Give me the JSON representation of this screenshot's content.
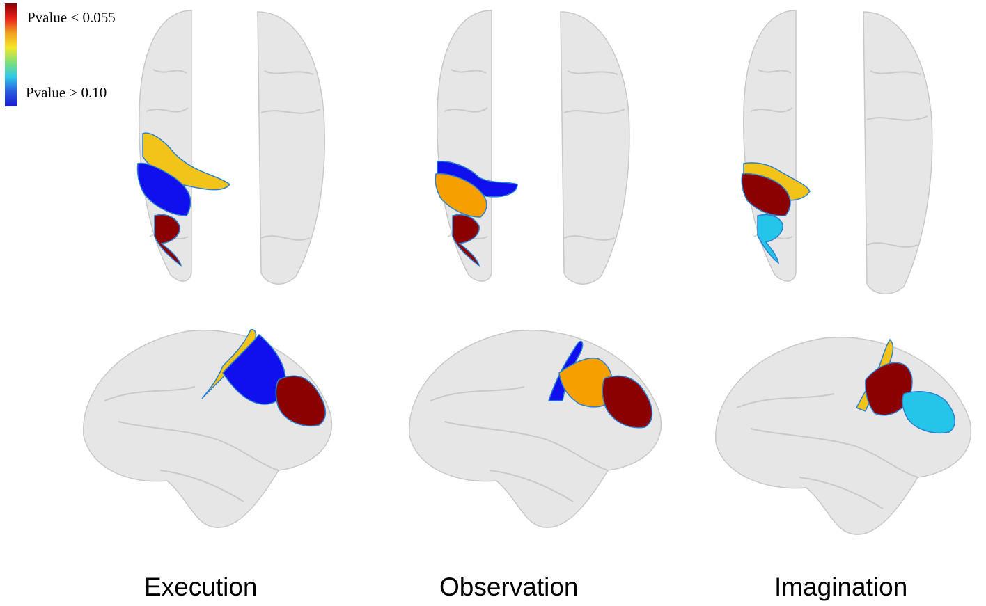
{
  "colorbar": {
    "top_label": "Pvalue < 0.055",
    "bottom_label": "Pvalue > 0.10",
    "colors": [
      "#8b0000",
      "#e8201c",
      "#f0a020",
      "#f5e62a",
      "#7fe07a",
      "#2ec8e8",
      "#2a5ae0",
      "#1a1ad0"
    ]
  },
  "conditions": [
    {
      "label": "Execution",
      "regions": {
        "top_yellow": "#f2c318",
        "top_mid": "#1010ee",
        "top_bottom": "#8b0000",
        "lat_front": "#f2c318",
        "lat_mid": "#1010ee",
        "lat_back": "#8b0000"
      }
    },
    {
      "label": "Observation",
      "regions": {
        "top_yellow": "#1010ee",
        "top_mid": "#f5a000",
        "top_bottom": "#8b0000",
        "lat_front": "#1010ee",
        "lat_mid": "#f5a000",
        "lat_back": "#8b0000"
      }
    },
    {
      "label": "Imagination",
      "regions": {
        "top_yellow": "#f2c318",
        "top_mid": "#8b0000",
        "top_bottom": "#25c5ea",
        "lat_front": "#f2c318",
        "lat_mid": "#8b0000",
        "lat_back": "#25c5ea"
      }
    }
  ],
  "brain_color": "#e6e6e6",
  "sulcus_color": "#b5b5b5"
}
